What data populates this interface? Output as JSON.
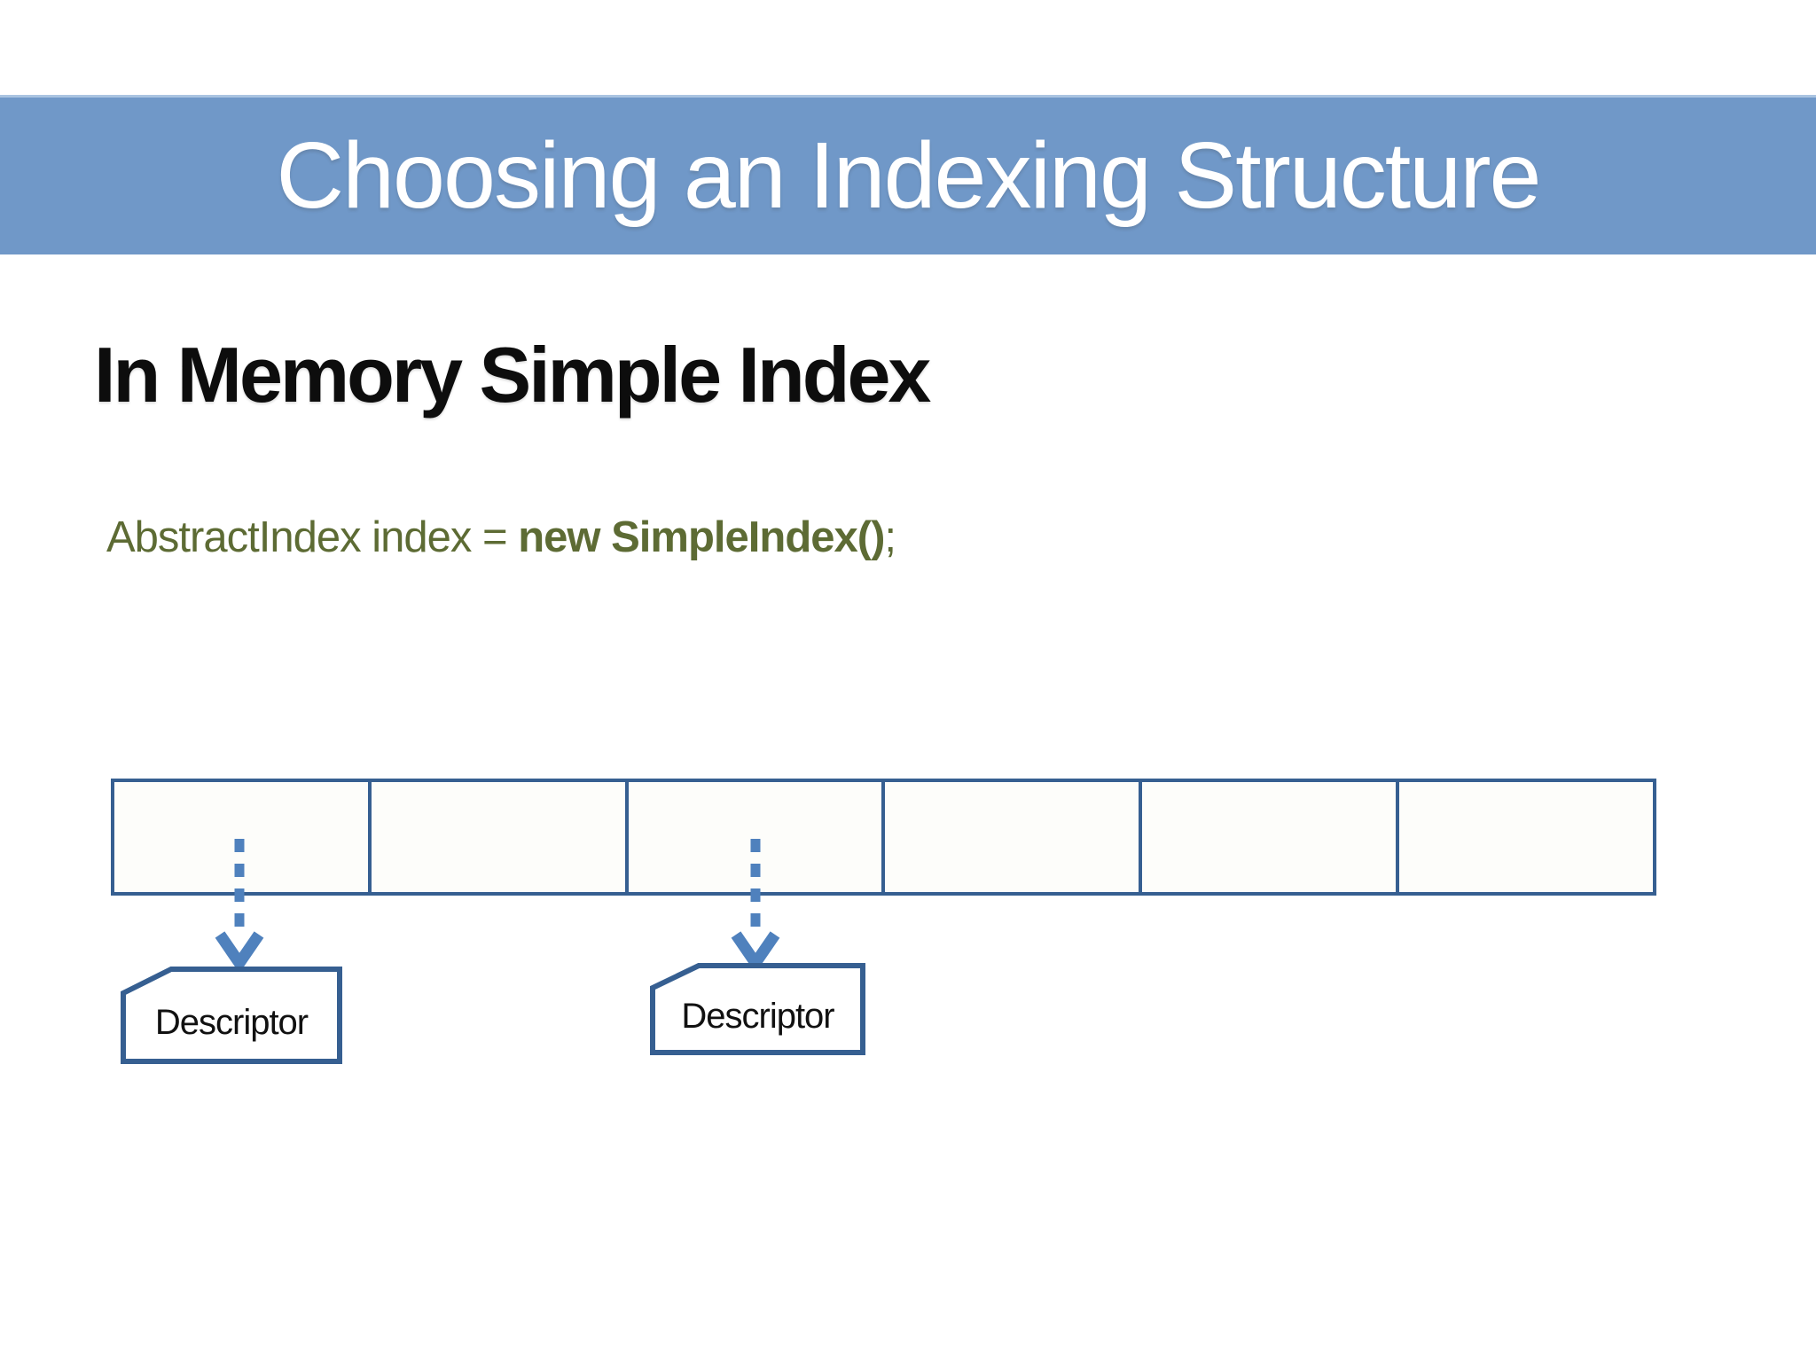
{
  "slide": {
    "title_bar": {
      "label": "Choosing an Indexing Structure",
      "bg_color": "#7098c8",
      "text_color": "#ffffff"
    },
    "heading": "In Memory Simple Index",
    "code_line": {
      "normal_prefix": "AbstractIndex index = ",
      "bold_text": "new SimpleIndex()",
      "normal_suffix": ";",
      "color": "#5d6b34"
    },
    "memory_array": {
      "cell_count": 6,
      "border_color": "#365f91",
      "fill_color": "#fdfdfa"
    },
    "pointer_arrows": {
      "color": "#4f81bd",
      "style": "dashed",
      "from_cells": [
        1,
        3
      ]
    },
    "descriptor_boxes": [
      {
        "label": "Descriptor"
      },
      {
        "label": "Descriptor"
      }
    ]
  }
}
